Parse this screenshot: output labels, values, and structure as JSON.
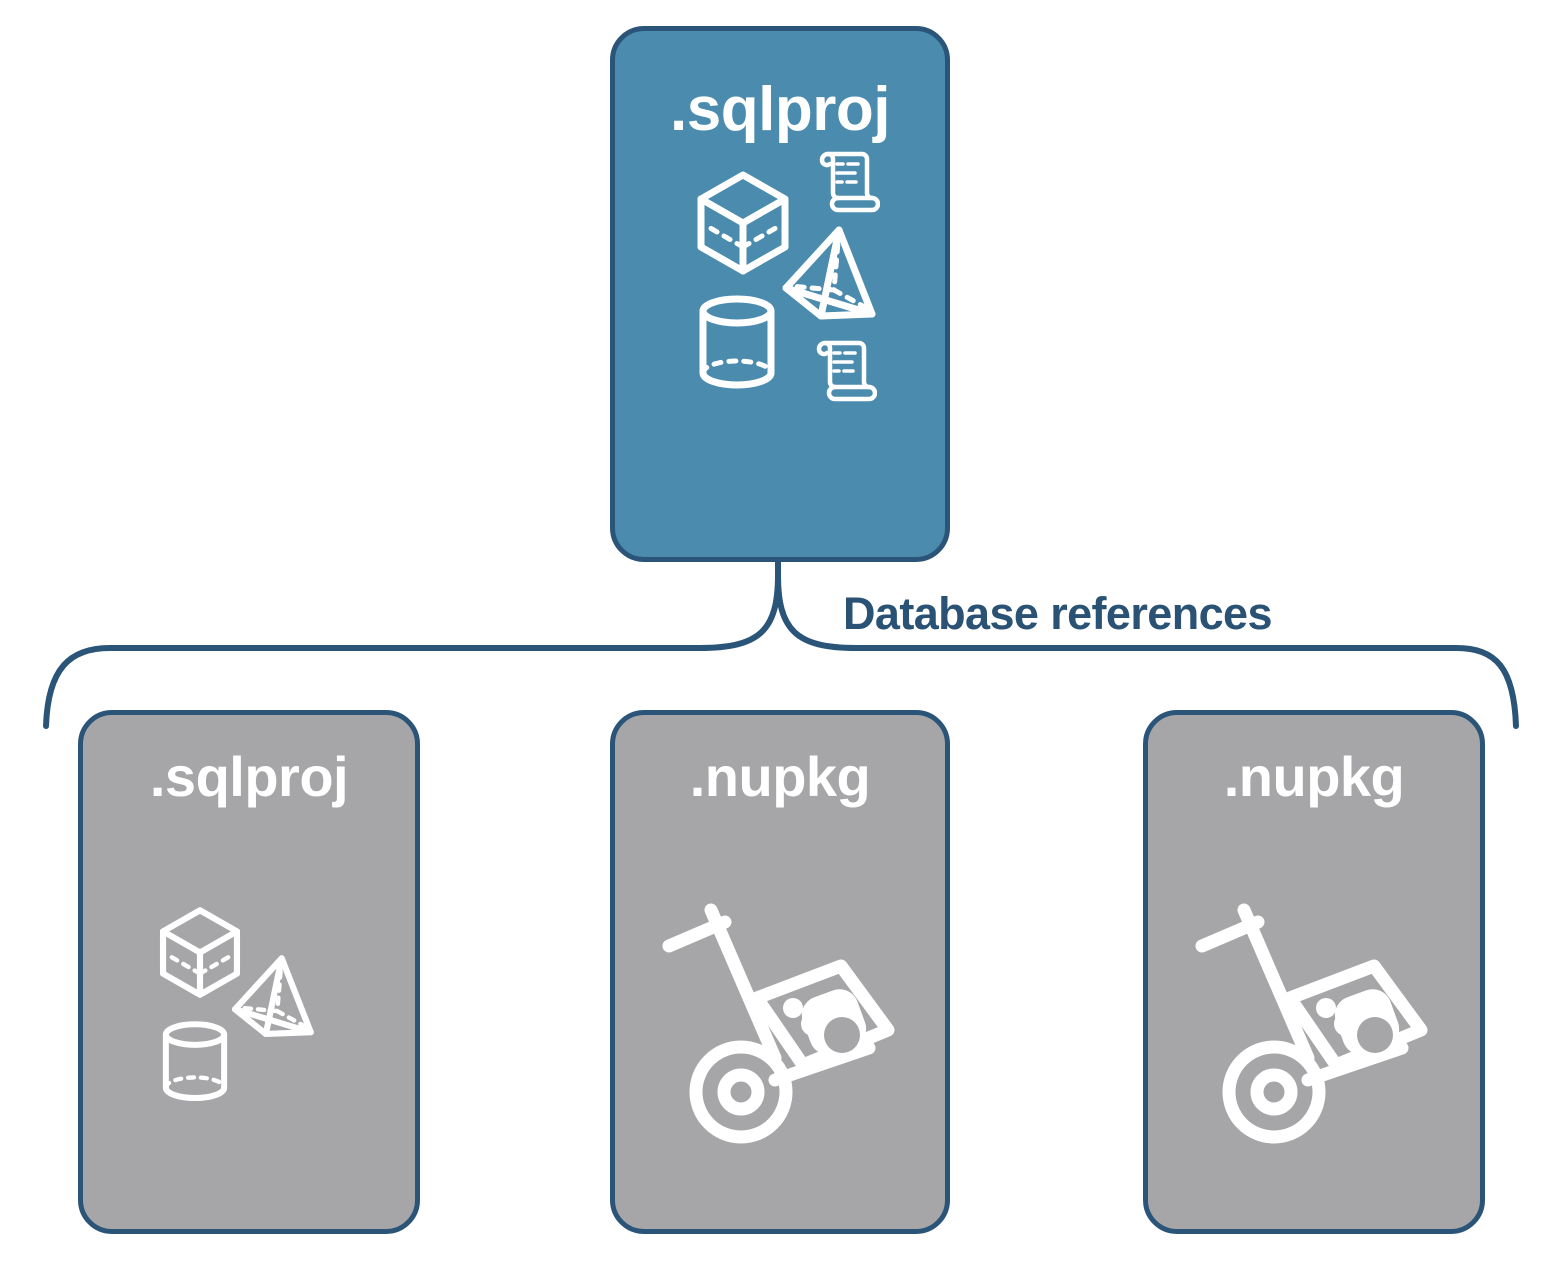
{
  "diagram": {
    "title_text": "Database references",
    "colors": {
      "box_primary_fill": "#4A8BAE",
      "box_secondary_fill": "#A6A6A8",
      "border": "#2B5578",
      "label_text": "#2A5274",
      "icon": "#FFFFFF",
      "background": "#FFFFFF"
    },
    "root": {
      "label": ".sqlproj",
      "fill": "primary",
      "icons": [
        "cube-icon",
        "script-scroll-icon",
        "pyramid-icon",
        "cylinder-icon",
        "script-scroll-icon"
      ]
    },
    "connector": {
      "type": "curly-brace",
      "label": "Database references",
      "branches": 3
    },
    "children": [
      {
        "label": ".sqlproj",
        "fill": "secondary",
        "icons": [
          "cube-icon",
          "pyramid-icon",
          "cylinder-icon"
        ]
      },
      {
        "label": ".nupkg",
        "fill": "secondary",
        "icons": [
          "nuget-package-handtruck-icon"
        ]
      },
      {
        "label": ".nupkg",
        "fill": "secondary",
        "icons": [
          "nuget-package-handtruck-icon"
        ]
      }
    ]
  }
}
